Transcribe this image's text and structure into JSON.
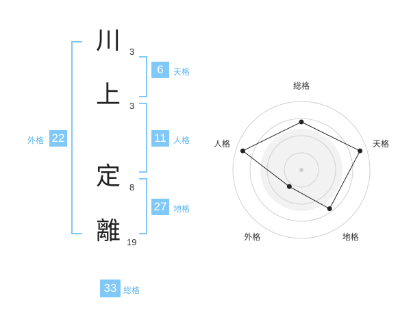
{
  "name_chars": [
    {
      "char": "川",
      "strokes": "3"
    },
    {
      "char": "上",
      "strokes": "3"
    },
    {
      "char": "定",
      "strokes": "8"
    },
    {
      "char": "離",
      "strokes": "19"
    }
  ],
  "fortunes": {
    "tenkaku": {
      "value": "6",
      "label": "天格"
    },
    "jinkaku": {
      "value": "11",
      "label": "人格"
    },
    "chikaku": {
      "value": "27",
      "label": "地格"
    },
    "gaikaku": {
      "value": "22",
      "label": "外格"
    },
    "soukaku": {
      "value": "33",
      "label": "総格"
    }
  },
  "radar": {
    "axes": [
      "総格",
      "天格",
      "地格",
      "外格",
      "人格"
    ],
    "values": [
      0.7,
      0.9,
      0.7,
      0.3,
      0.9
    ],
    "levels": 4
  }
}
